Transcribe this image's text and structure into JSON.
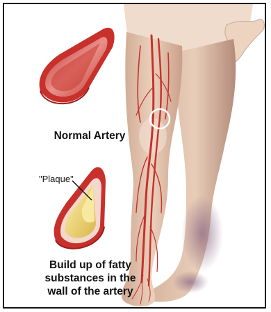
{
  "labels": {
    "normal_artery": "Normal Artery",
    "plaque": "\"Plaque\"",
    "buildup_line1": "Build up of fatty",
    "buildup_line2": "substances in the",
    "buildup_line3": "wall of the artery"
  },
  "colors": {
    "skin": "#e6c7ae",
    "skin_shadow": "#c79c86",
    "artery": "#c8302c",
    "artery_inner": "#e98f88",
    "plaque": "#f0d77a",
    "bruise": "#9c7a8e"
  }
}
